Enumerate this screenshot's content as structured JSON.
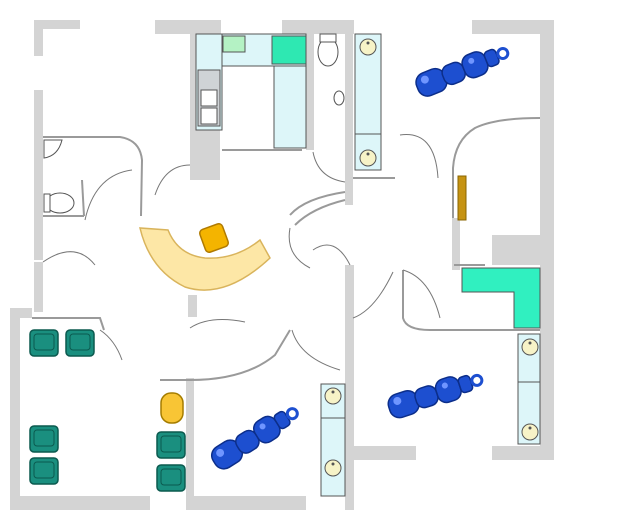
{
  "plan": {
    "title": "",
    "colors": {
      "wall": "#d4d4d4",
      "wall_line": "#9a9a9a",
      "background": "#ffffff",
      "reception_desk": "#fde7a6",
      "desk_outline": "#d9b45c",
      "chair": "#f4b400",
      "chair_outline": "#b07a00",
      "waiting_seat": "#1a8f7f",
      "waiting_seat_dark": "#0b5a4f",
      "yellow_seat": "#f8c535",
      "kitchen_counter": "#ddf6f9",
      "kitchen_accent": "#2ee8b2",
      "light_green": "#b4f2c4",
      "cabinet": "#ddf6f9",
      "sink_bowl": "#f7f3c7",
      "treatment_couch": "#1d4fd0",
      "treatment_couch_dark": "#0c2e8a",
      "couch_highlight": "#6f95ff",
      "door_panel": "#c69312",
      "counter_green": "#30f0c0",
      "door_arc": "#777777"
    },
    "rooms": [
      {
        "id": "wc",
        "purpose": "toilet",
        "furniture": [
          "toilet",
          "corner-basin"
        ]
      },
      {
        "id": "kitchen",
        "purpose": "kitchen",
        "furniture": [
          "sink-unit",
          "counter",
          "fridge"
        ]
      },
      {
        "id": "bathroom",
        "purpose": "bathroom",
        "furniture": [
          "toilet",
          "basin"
        ]
      },
      {
        "id": "treatment-room-1",
        "purpose": "treatment",
        "furniture": [
          "treatment-couch",
          "cabinet-with-basins"
        ]
      },
      {
        "id": "reception",
        "purpose": "reception",
        "furniture": [
          "curved-desk",
          "office-chair"
        ]
      },
      {
        "id": "waiting-area",
        "purpose": "waiting",
        "furniture": [
          "armchairs"
        ]
      },
      {
        "id": "treatment-room-2",
        "purpose": "treatment",
        "furniture": [
          "treatment-couch",
          "cabinet-with-basins",
          "armchairs"
        ]
      },
      {
        "id": "treatment-room-3",
        "purpose": "treatment",
        "furniture": [
          "treatment-couch",
          "cabinet-with-basins",
          "l-shaped-counter"
        ]
      }
    ],
    "counts": {
      "treatment_couches": 3,
      "waiting_armchairs": 6,
      "doors": 12
    }
  }
}
